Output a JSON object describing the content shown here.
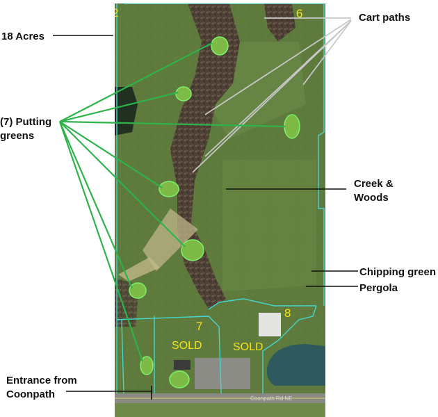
{
  "labels": {
    "acres": "18 Acres",
    "cart_paths": "Cart paths",
    "putting_greens_line1": "(7) Putting",
    "putting_greens_line2": "greens",
    "creek_line1": "Creek &",
    "creek_line2": "Woods",
    "chipping_green": "Chipping green",
    "pergola": "Pergola",
    "entrance_line1": "Entrance from",
    "entrance_line2": "Coonpath"
  },
  "map": {
    "lot_numbers": {
      "top_left": "2",
      "top_right": "6",
      "lot7": "7",
      "lot8": "8"
    },
    "sold_labels": {
      "lot7": "SOLD",
      "lot8": "SOLD"
    },
    "road_name": "Coonpath Rd NE"
  },
  "colors": {
    "callout_green": "#2eb34a",
    "cart_path_gray": "#c8c8c8",
    "boundary_cyan": "#46d6d0",
    "text_yellow": "#f4e31c",
    "grass": "#5e7a3c",
    "woods": "#4d3f34",
    "pond": "#2e5a5f"
  }
}
